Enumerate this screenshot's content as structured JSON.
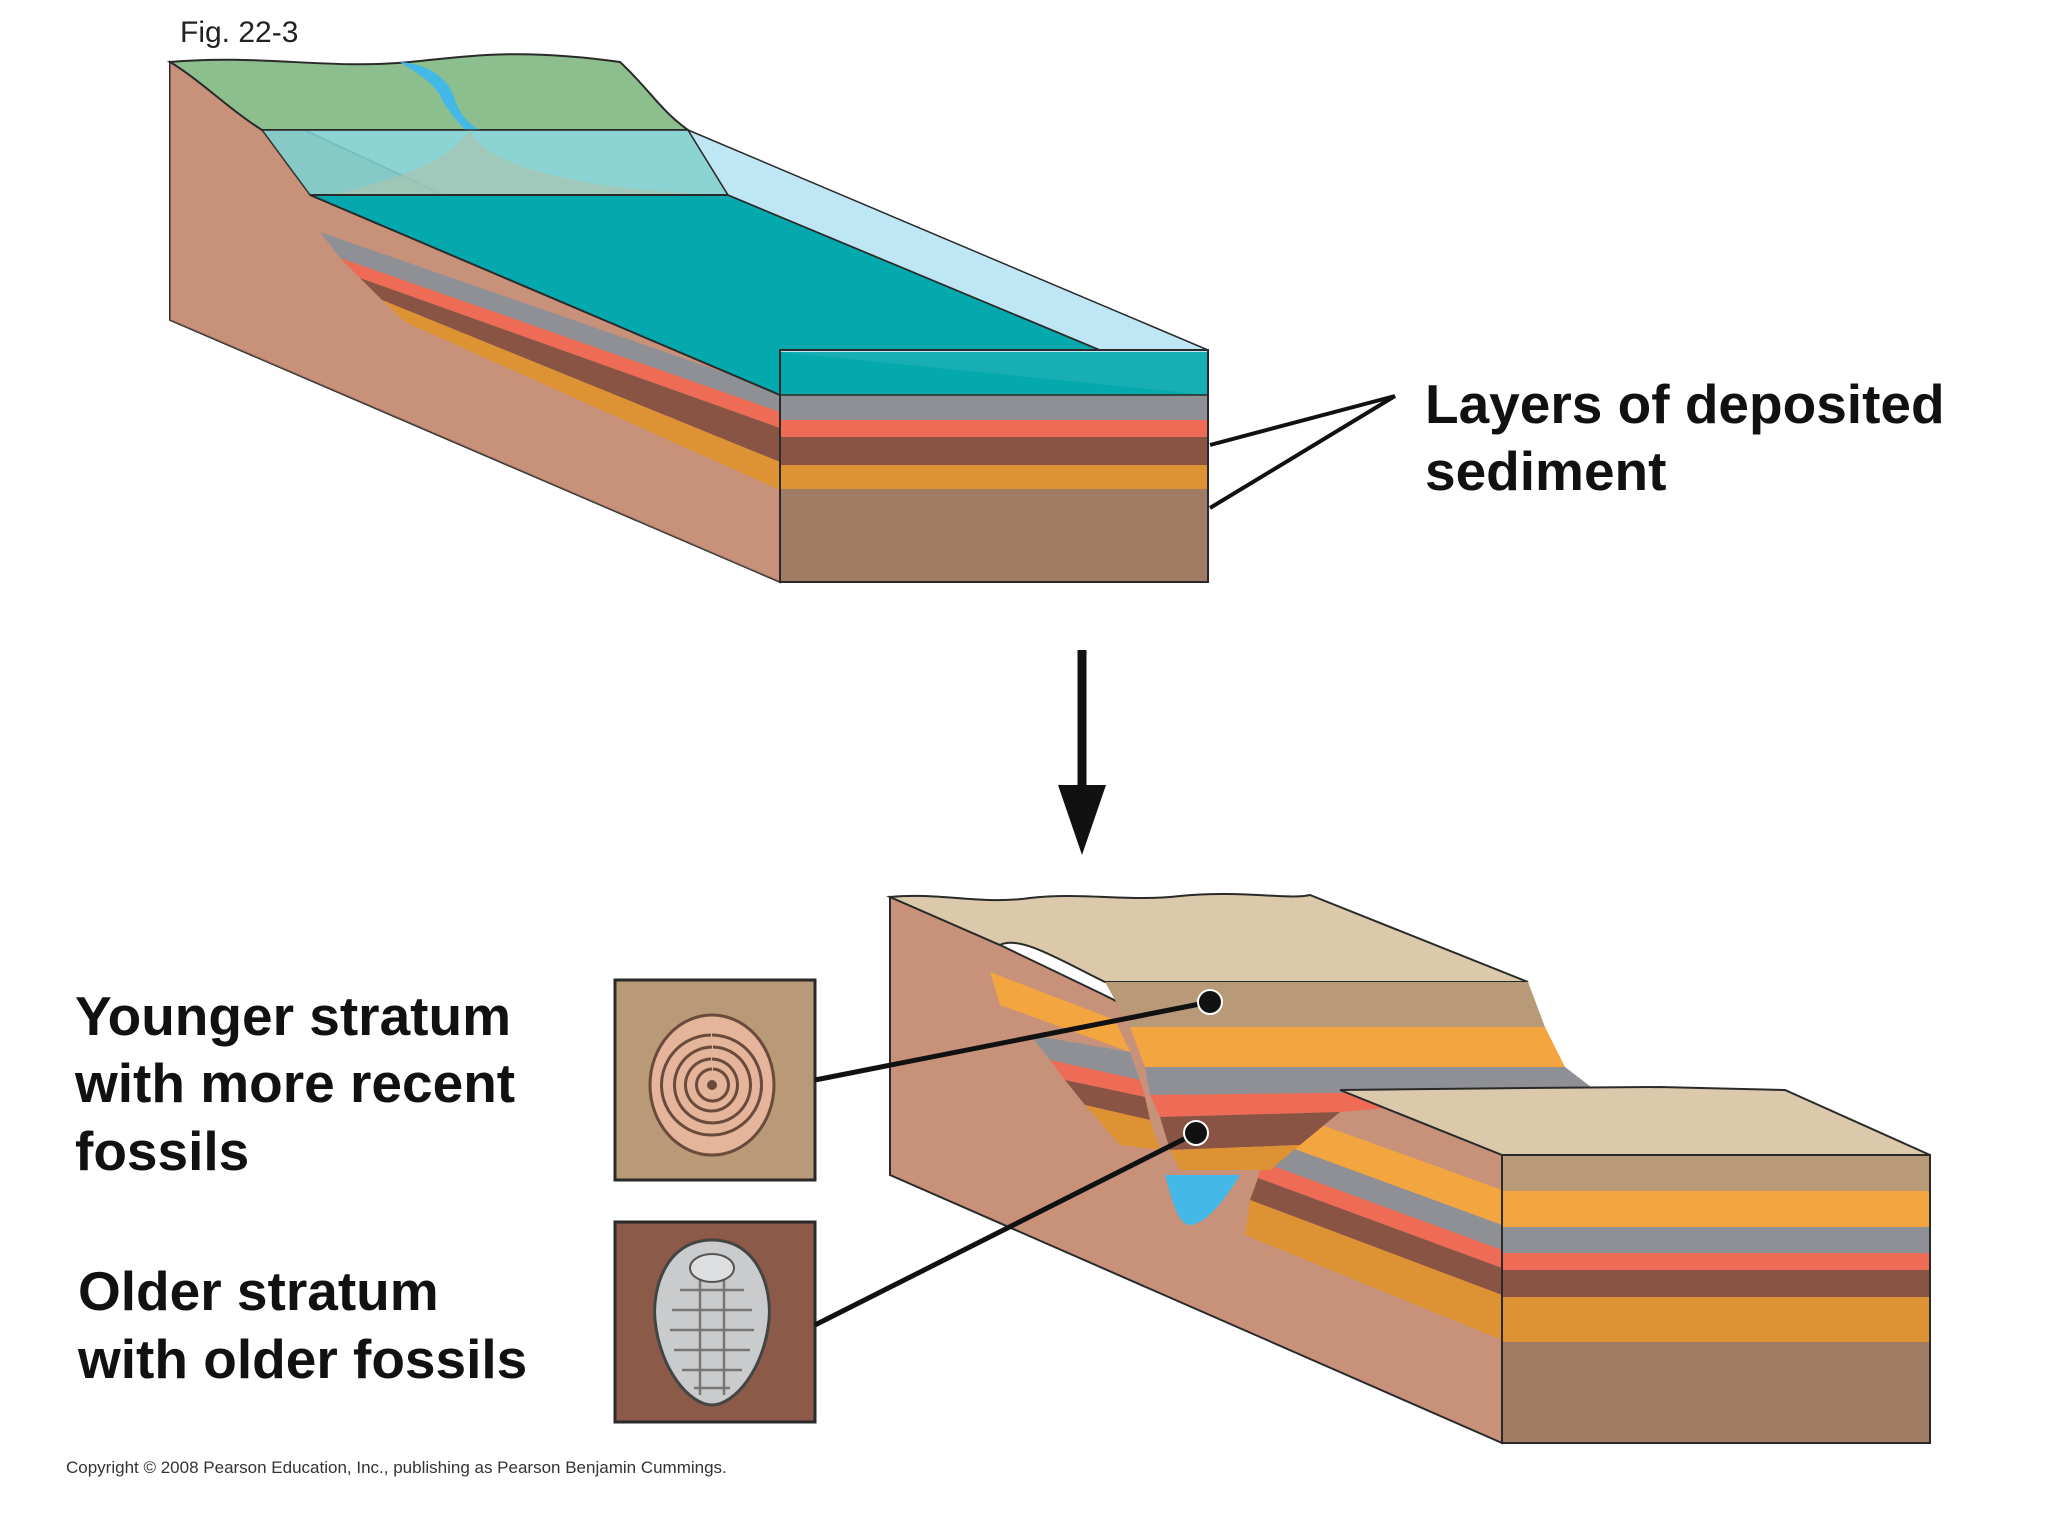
{
  "figure": {
    "label": "Fig. 22-3"
  },
  "labels": {
    "deposited_line1": "Layers of deposited",
    "deposited_line2": "sediment",
    "younger_line1": "Younger stratum",
    "younger_line2": "with more recent",
    "younger_line3": "fossils",
    "older_line1": "Older stratum",
    "older_line2": "with older fossils"
  },
  "copyright": "Copyright © 2008 Pearson Education, Inc., publishing as Pearson Benjamin Cummings.",
  "icons": {
    "snail_fossil": "snail-shell-fossil-icon",
    "trilobite_fossil": "trilobite-fossil-icon",
    "arrow": "arrow-down-icon"
  },
  "colors": {
    "water": "#04a9ad",
    "water_light": "#bfe6f5",
    "land_green": "#8dbf8e",
    "rock_tan": "#c8927a",
    "layer_gray": "#8f9095",
    "layer_salmon": "#ee6b55",
    "layer_brown": "#8a5444",
    "layer_orange": "#dd9333",
    "layer_base": "#a07c65",
    "layer_light_orange": "#f3a53f",
    "sand_top": "#dcc9ac",
    "fossil_bg_tan": "#b89a79",
    "fossil_bg_brown": "#8b5a49"
  }
}
